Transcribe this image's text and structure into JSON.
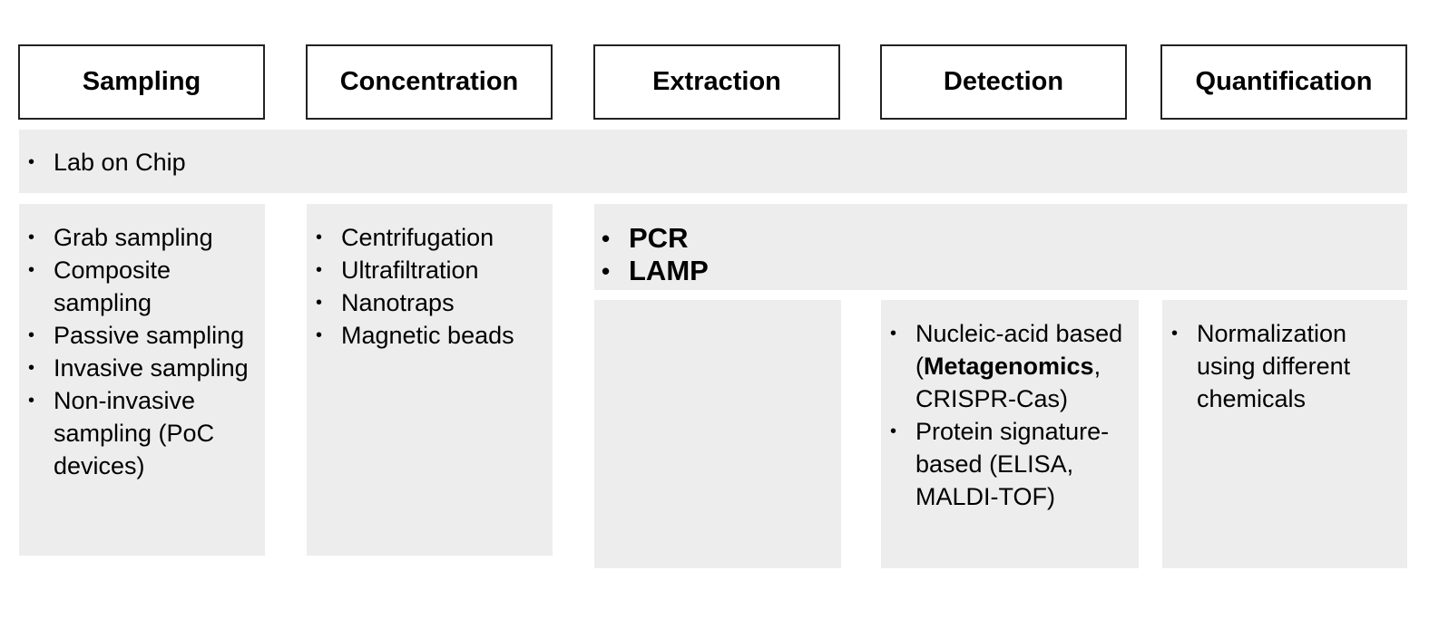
{
  "headers": [
    "Sampling",
    "Concentration",
    "Extraction",
    "Detection",
    "Quantification"
  ],
  "lab_on_chip": [
    "Lab on Chip"
  ],
  "sampling": [
    "Grab sampling",
    "Composite sampling",
    "Passive sampling",
    "Invasive sampling",
    "Non-invasive sampling (PoC devices)"
  ],
  "concentration": [
    "Centrifugation",
    "Ultrafiltration",
    "Nanotraps",
    "Magnetic beads"
  ],
  "amplification": [
    "PCR",
    "LAMP"
  ],
  "detection": {
    "item1_prefix": "Nucleic-acid based (",
    "item1_bold": "Metagenomics",
    "item1_suffix": ", CRISPR-Cas)",
    "item2": "Protein signature-based (ELISA, MALDI-TOF)"
  },
  "quantification": [
    "Normalization using different chemicals"
  ]
}
